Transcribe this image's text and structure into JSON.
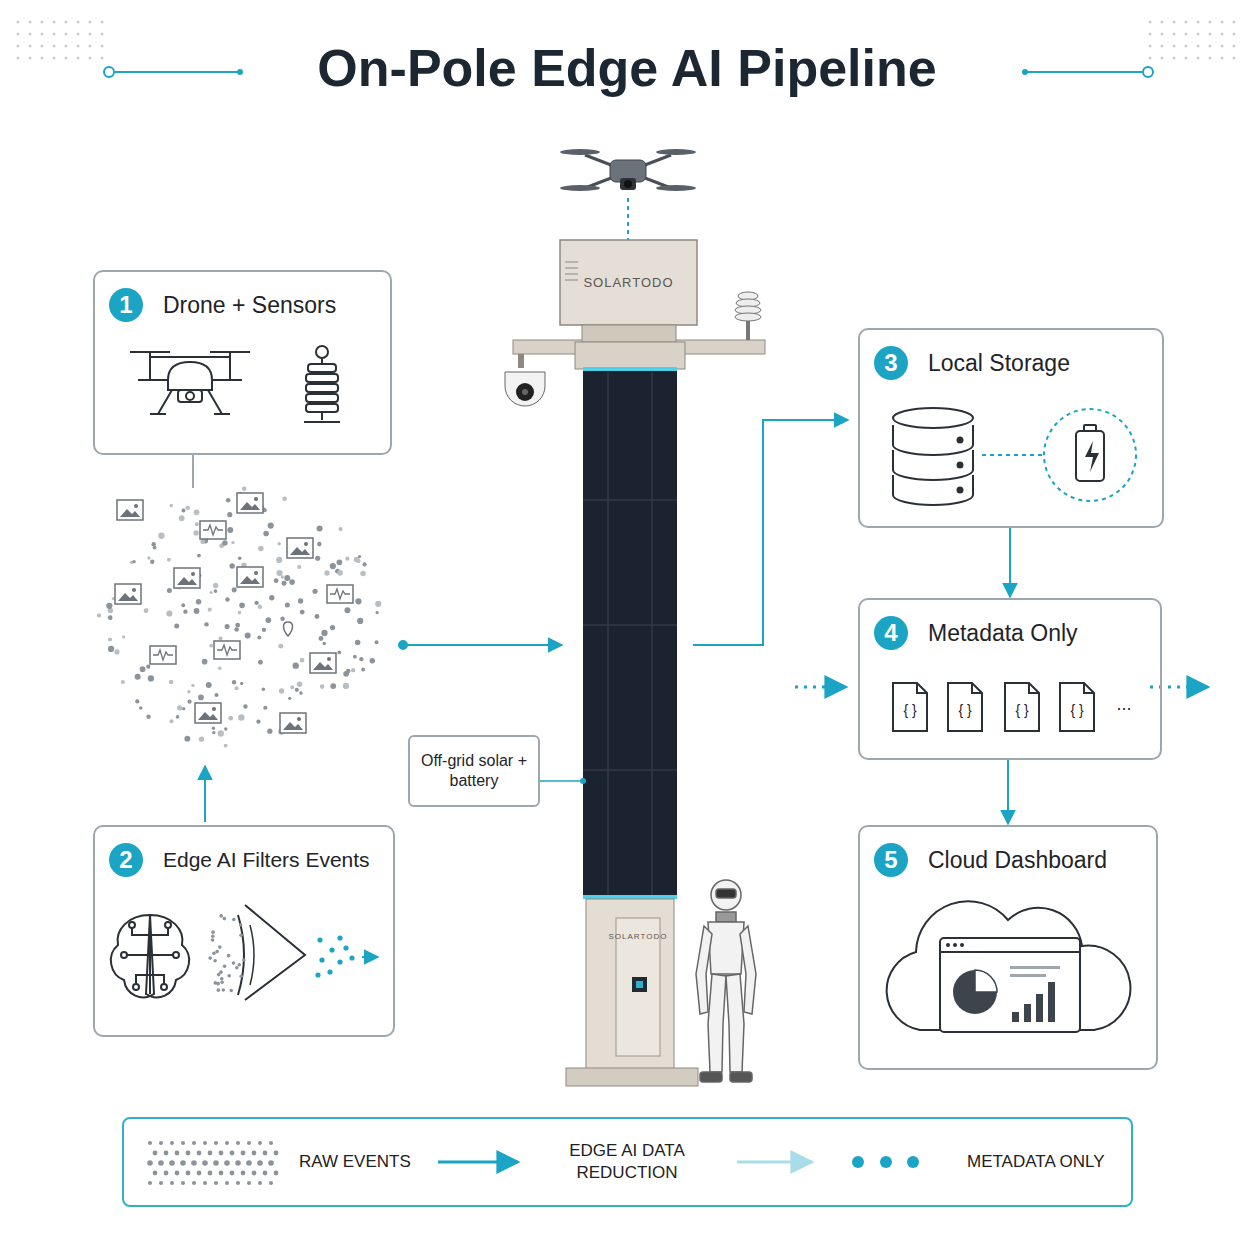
{
  "diagram": {
    "title": "On-Pole Edge AI Pipeline",
    "nodes": [
      {
        "text": [
          "1",
          "Drone + Sensors"
        ]
      },
      {
        "text": [
          "SOLARTODO"
        ]
      },
      {
        "text": [
          "3",
          "Local Storage"
        ]
      },
      {
        "text": [
          "4",
          "Metadata Only"
        ]
      },
      {
        "text": [
          "Off-grid solar + battery"
        ]
      },
      {
        "text": [
          "2",
          "Edge AI Filters Events"
        ]
      },
      {
        "text": [
          "SOLARTODO"
        ]
      },
      {
        "text": [
          "5",
          "Cloud Dashboard"
        ]
      }
    ],
    "edges": [
      {
        "from": 2,
        "to": 3,
        "arrow": "to"
      },
      {
        "from": 3,
        "to": 7,
        "arrow": "to"
      }
    ],
    "labels": [
      "{ }",
      "{ }",
      "{ }",
      "{ }",
      "..."
    ],
    "legend": [
      {
        "text": "RAW EVENTS"
      },
      {
        "text": "EDGE AI DATA REDUCTION"
      },
      {
        "text": "METADATA ONLY"
      }
    ]
  }
}
